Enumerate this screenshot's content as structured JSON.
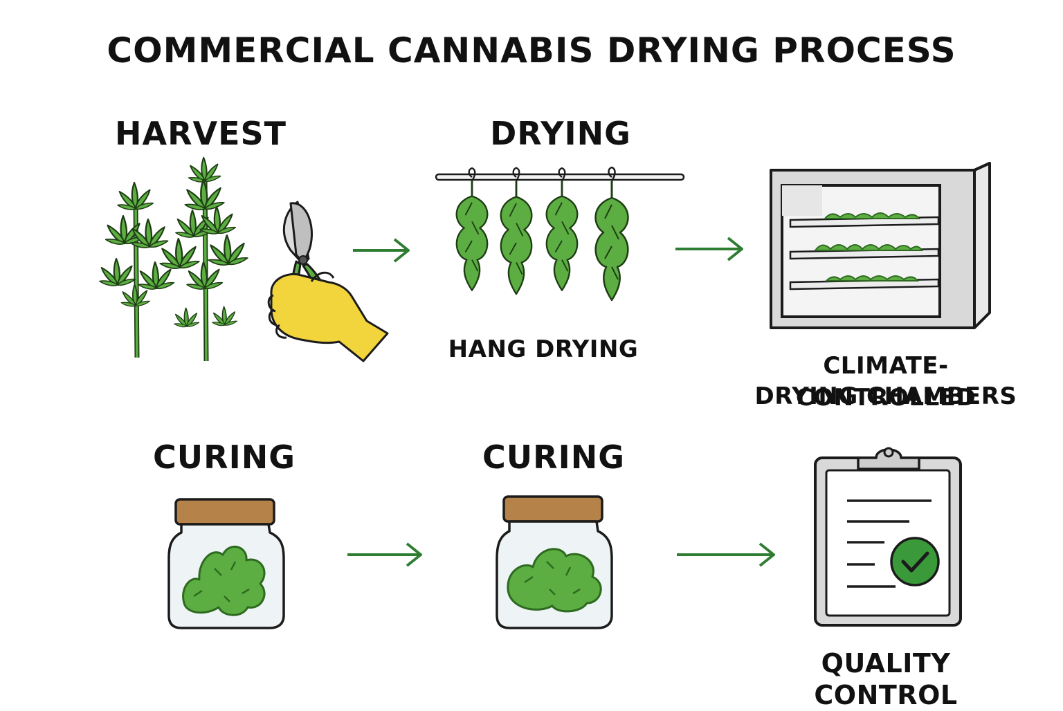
{
  "title": "COMMERCIAL CANNABIS DRYING PROCESS",
  "steps": {
    "harvest": {
      "heading": "HARVEST",
      "icons": [
        "cannabis-plant-icon",
        "pruning-shears-icon",
        "gloved-hand-icon"
      ]
    },
    "drying": {
      "heading": "DRYING",
      "caption": "HANG DRYING",
      "icons": [
        "drying-rod-icon",
        "hanging-branch-icon"
      ]
    },
    "chamber": {
      "caption_line1": "CLIMATE-CONTROLLED",
      "caption_line2": "DRYING CHAMBERS",
      "icons": [
        "drying-chamber-icon"
      ]
    },
    "curing_1": {
      "heading": "CURING",
      "icons": [
        "curing-jar-icon"
      ]
    },
    "curing_2": {
      "heading": "CURING",
      "icons": [
        "curing-jar-icon"
      ]
    },
    "quality": {
      "caption": "QUALITY CONTROL",
      "icons": [
        "clipboard-icon",
        "checkmark-icon"
      ]
    }
  },
  "colors": {
    "arrow": "#2e7d32",
    "leaf": "#5cae43",
    "leaf_dark": "#2d6a1f",
    "glove": "#f2d43c",
    "jar_lid": "#b5834a",
    "chamber": "#d9d9d9",
    "check": "#3a9a3a"
  }
}
